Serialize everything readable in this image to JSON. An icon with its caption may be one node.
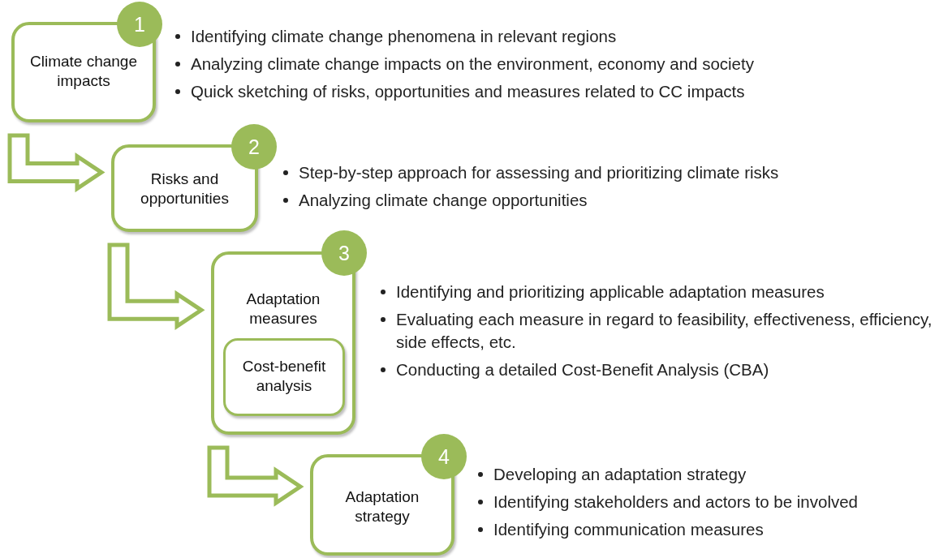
{
  "diagram": {
    "nodes": [
      {
        "text": [
          "Climate change impacts"
        ],
        "beside": [
          "Identifying climate change phenomena in relevant regions",
          "Analyzing climate change impacts on the environment, economy and society",
          "Quick sketching of risks, opportunities and measures related to CC impacts"
        ]
      },
      {
        "text": [
          "1"
        ]
      },
      {
        "text": [
          "Risks and opportunities"
        ],
        "beside": [
          "Step-by-step approach for assessing and prioritizing climate risks",
          "Analyzing climate change opportunities"
        ]
      },
      {
        "text": [
          "2"
        ]
      },
      {
        "text": [
          "Adaptation measures"
        ],
        "beside": [
          "Identifying and prioritizing applicable adaptation measures",
          "Evaluating each measure in regard to feasibility, effectiveness, efficiency, side effects, etc.",
          "Conducting a detailed Cost-Benefit Analysis (CBA)"
        ]
      },
      {
        "text": [
          "Cost-benefit analysis"
        ],
        "in": 4
      },
      {
        "text": [
          "3"
        ]
      },
      {
        "text": [
          "Adaptation strategy"
        ],
        "beside": [
          "Developing an adaptation strategy",
          "Identifying stakeholders and actors to be involved",
          "Identifying communication measures"
        ]
      },
      {
        "text": [
          "4"
        ]
      }
    ],
    "edges": [
      {
        "from": 0,
        "to": 2,
        "arrow": "to"
      },
      {
        "from": 2,
        "to": 4,
        "arrow": "to"
      },
      {
        "from": 4,
        "to": 7,
        "arrow": "to"
      }
    ]
  }
}
